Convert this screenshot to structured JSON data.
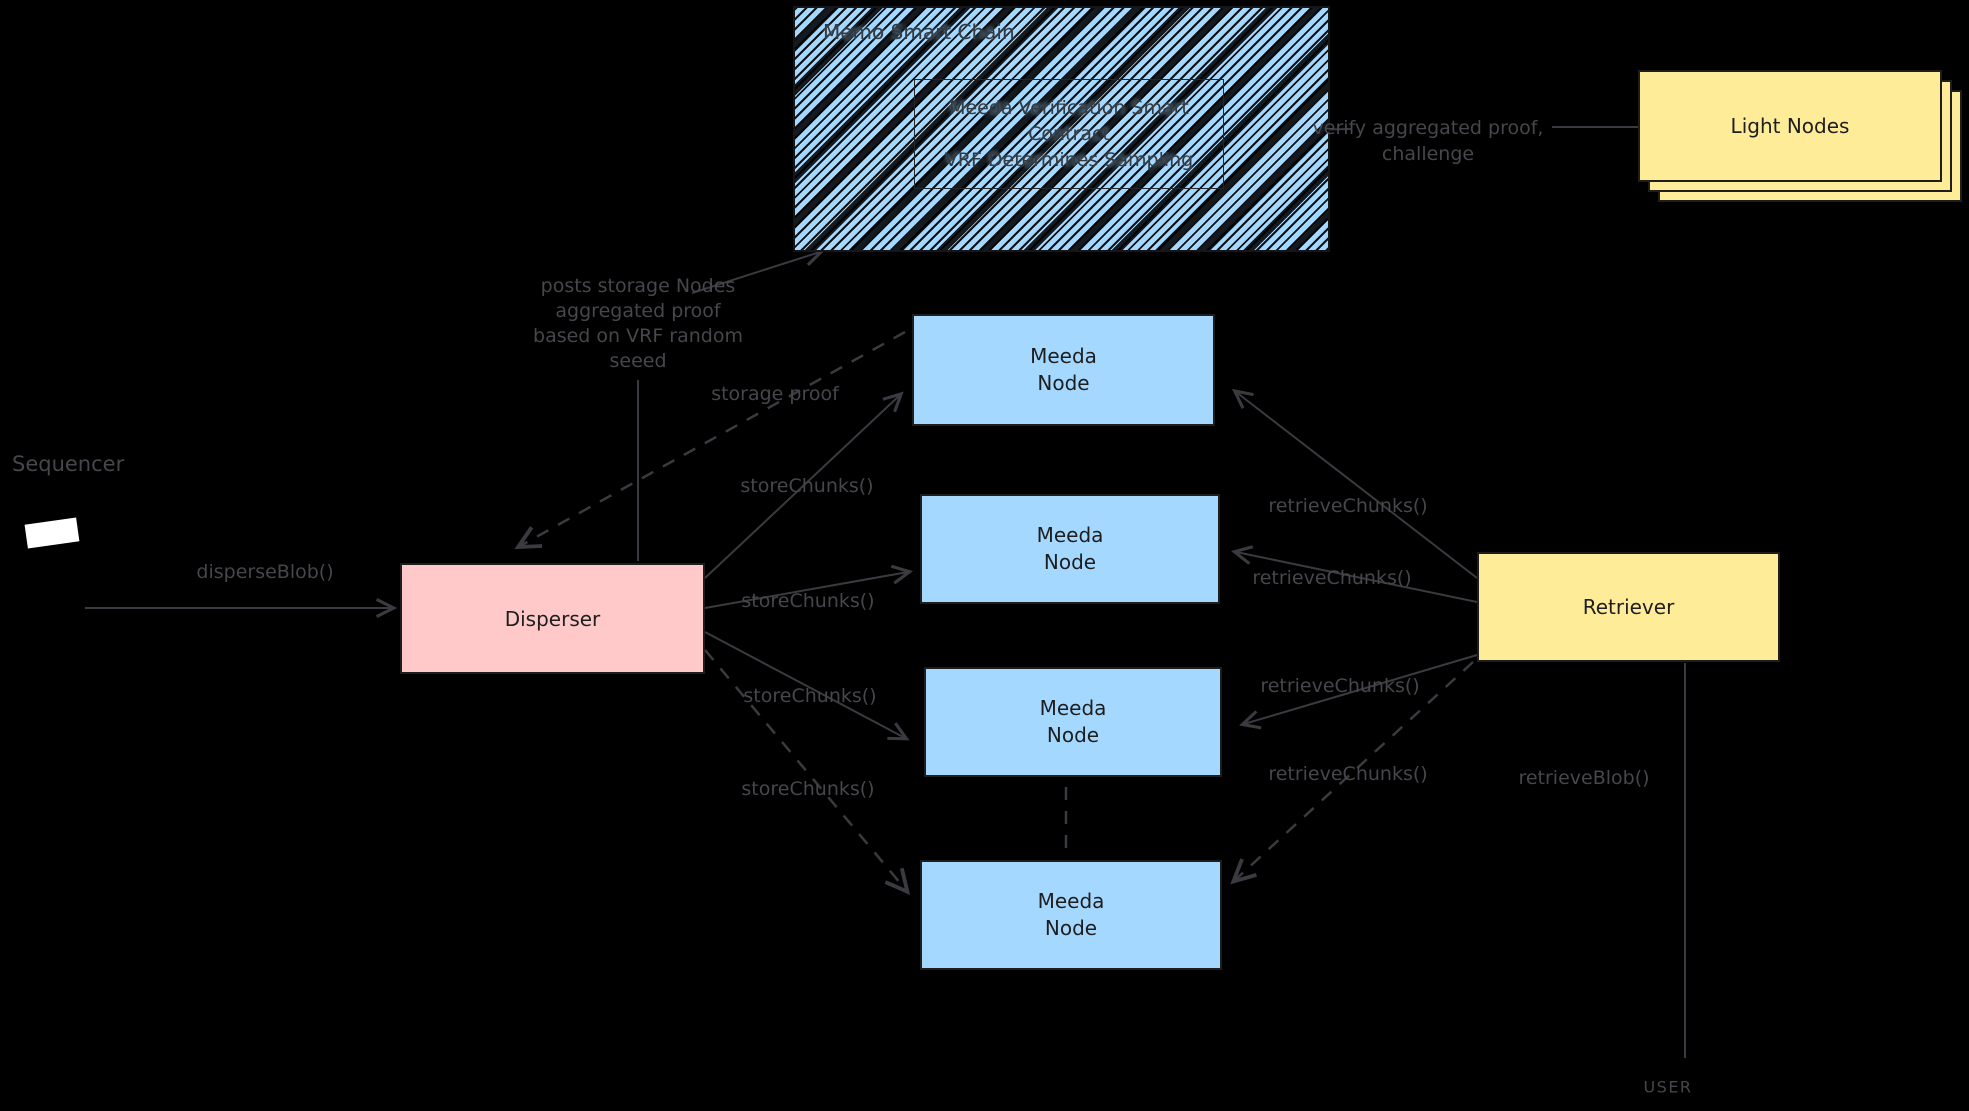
{
  "colors": {
    "background": "#000000",
    "blue_fill": "#a5d8ff",
    "pink_fill": "#ffc9c9",
    "yellow_fill": "#ffec99",
    "stroke": "#1e1e1e",
    "label_text": "#46464c",
    "arrow": "#3a3a40"
  },
  "chain": {
    "title": "Memo Smart Chain",
    "contract": [
      "Meeda Verification Smart",
      "Contract",
      "VRF Determines Sampling"
    ]
  },
  "light_nodes": {
    "label": "Light Nodes"
  },
  "boxes": {
    "disperser": "Disperser",
    "retriever": "Retriever",
    "meeda_node": [
      "Meeda",
      "Node"
    ]
  },
  "labels": {
    "sequencer": "Sequencer",
    "user": "USER",
    "disperse_blob": "disperseBlob()",
    "store_chunks": "storeChunks()",
    "retrieve_chunks": "retrieveChunks()",
    "retrieve_blob": "retrieveBlob()",
    "storage_proof": "storage proof",
    "verify": [
      "verify aggregated proof,",
      "challenge"
    ],
    "posts_proof": [
      "posts storage Nodes",
      "aggregated proof",
      "based on VRF random",
      "seeed"
    ]
  }
}
